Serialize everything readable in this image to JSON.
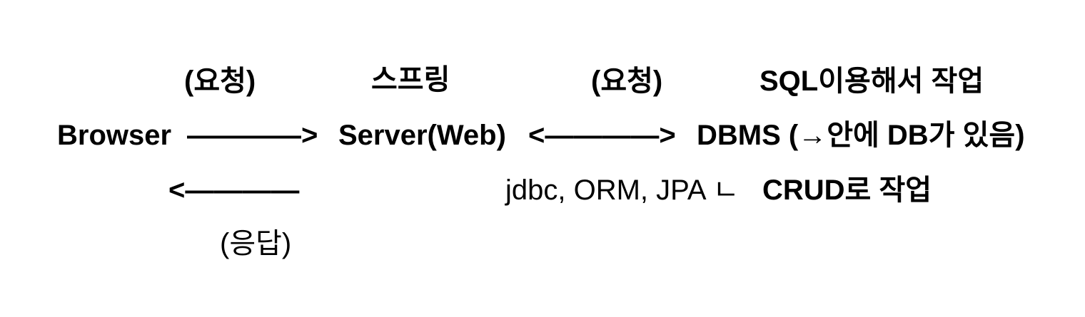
{
  "row1": {
    "req_left": "(요청)",
    "spring": "스프링",
    "req_right": "(요청)",
    "sql_work": "SQL이용해서 작업"
  },
  "row2": {
    "browser": "Browser",
    "arrow_right": "————>",
    "server": "Server(Web)",
    "arrow_both": "<————>",
    "dbms": "DBMS (→안에 DB가 있음)"
  },
  "row3": {
    "arrow_left": "<————",
    "tech": "jdbc, ORM, JPA ㄴ",
    "crud": "CRUD로 작업"
  },
  "row4": {
    "response": "(응답)"
  }
}
